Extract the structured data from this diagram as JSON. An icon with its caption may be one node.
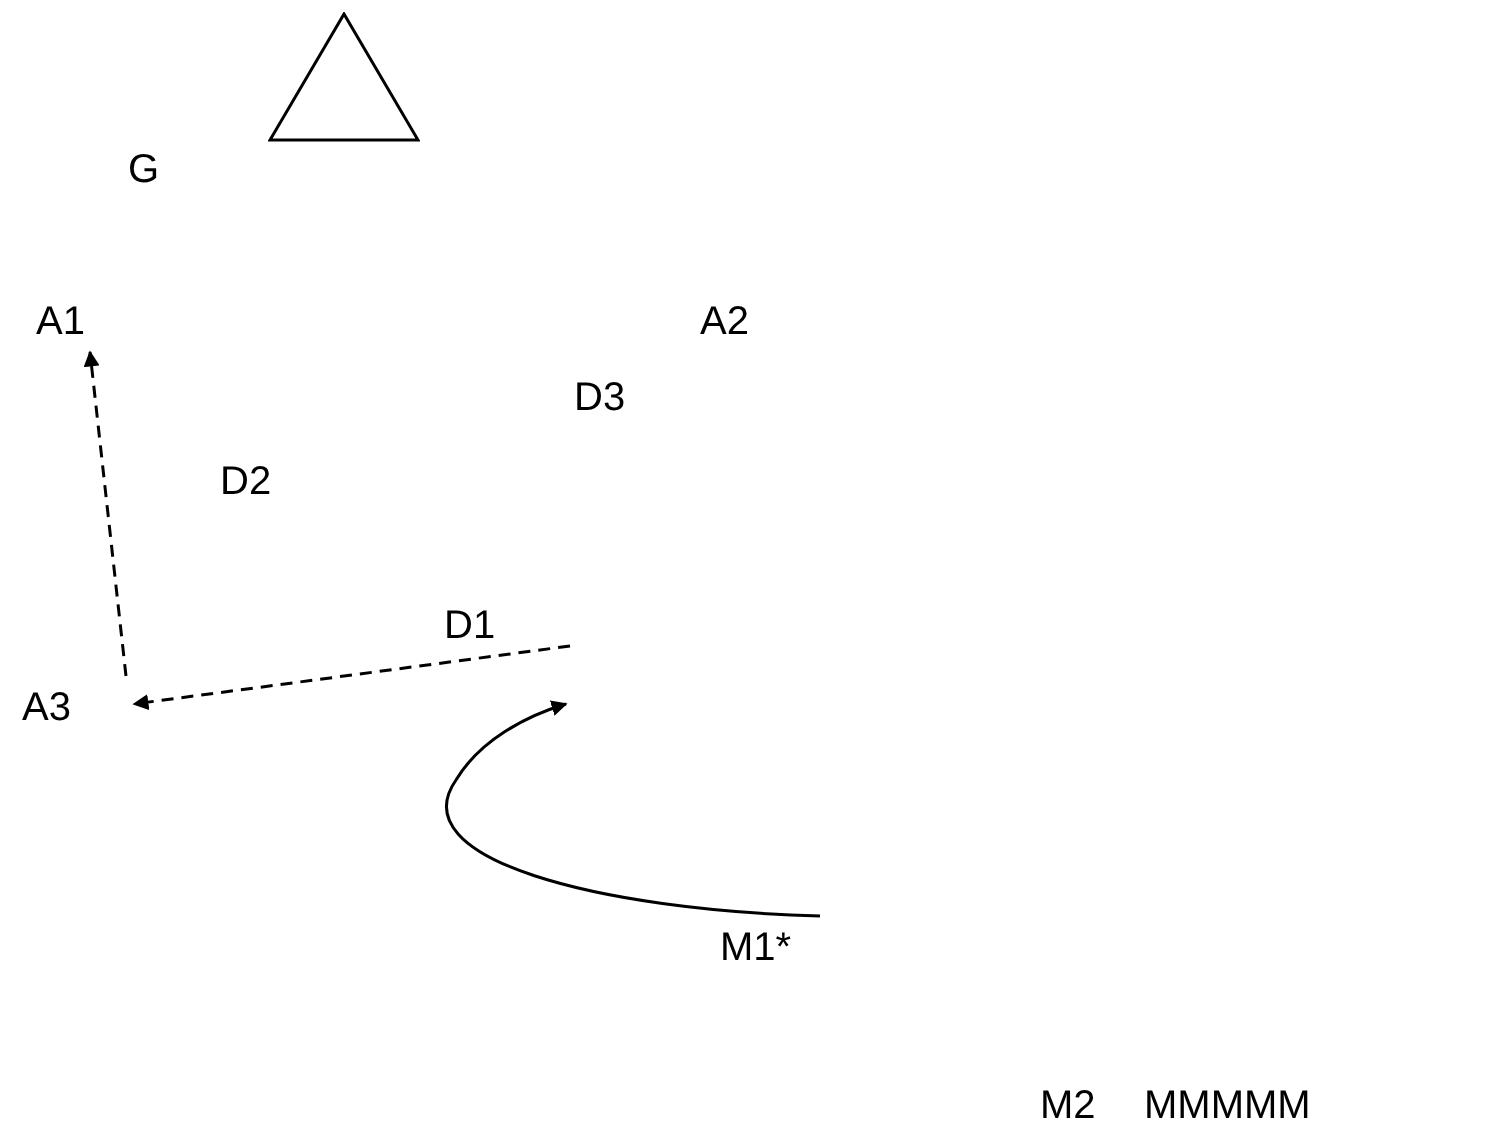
{
  "diagram": {
    "nodes": [
      {
        "text": [],
        "shape": "triangle"
      },
      {
        "text": [
          "G"
        ]
      },
      {
        "text": [
          "A1"
        ]
      },
      {
        "text": [
          "A2"
        ]
      },
      {
        "text": [
          "D3"
        ]
      },
      {
        "text": [
          "D2"
        ]
      },
      {
        "text": [
          "D1"
        ]
      },
      {
        "text": [
          "A3"
        ]
      },
      {
        "text": [
          "M1*"
        ]
      },
      {
        "text": [
          "M2"
        ]
      },
      {
        "text": [
          "MMMMM"
        ]
      }
    ],
    "edges": [
      {
        "from": 7,
        "to": 2,
        "arrow": "to",
        "style": "dashed"
      },
      {
        "from": null,
        "to": 7,
        "arrow": "to",
        "style": "dashed"
      },
      {
        "from": 8,
        "to": null,
        "arrow": "to"
      }
    ]
  }
}
